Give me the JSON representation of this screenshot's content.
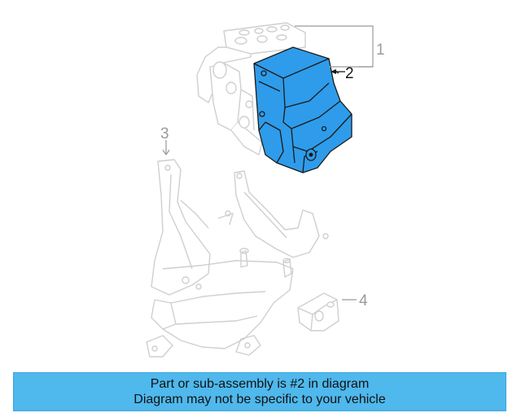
{
  "callouts": {
    "c1": "1",
    "c2": "2",
    "c3": "3",
    "c4": "4"
  },
  "banner": {
    "line1": "Part or sub-assembly is #2 in diagram",
    "line2": "Diagram may not be specific to your vehicle"
  },
  "colors": {
    "highlight_part": "#2e9cea",
    "ghost_line": "#cfcfcf",
    "banner_bg": "#4fb8ec",
    "callout_gray": "#9a9a9a"
  },
  "icons": {
    "highlighted_part": "abs-control-module-drawing",
    "ghost_parts": [
      "abs-hydraulic-unit-drawing",
      "mounting-bracket-drawing",
      "insulator-drawing"
    ]
  }
}
